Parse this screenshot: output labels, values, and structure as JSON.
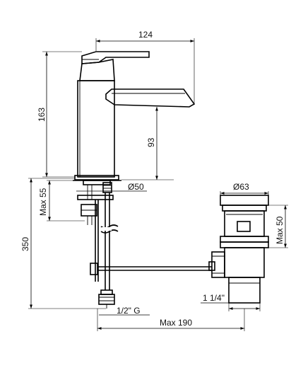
{
  "dimensions": {
    "spout_reach": "124",
    "body_height": "163",
    "spout_height": "93",
    "base_diameter": "Ø50",
    "max_thickness": "Max 55",
    "total_height": "350",
    "waste_diameter": "Ø63",
    "waste_max": "Max 50",
    "waste_thread": "1 1/4\"",
    "hose_thread": "1/2\" G",
    "rod_max": "Max 190"
  }
}
